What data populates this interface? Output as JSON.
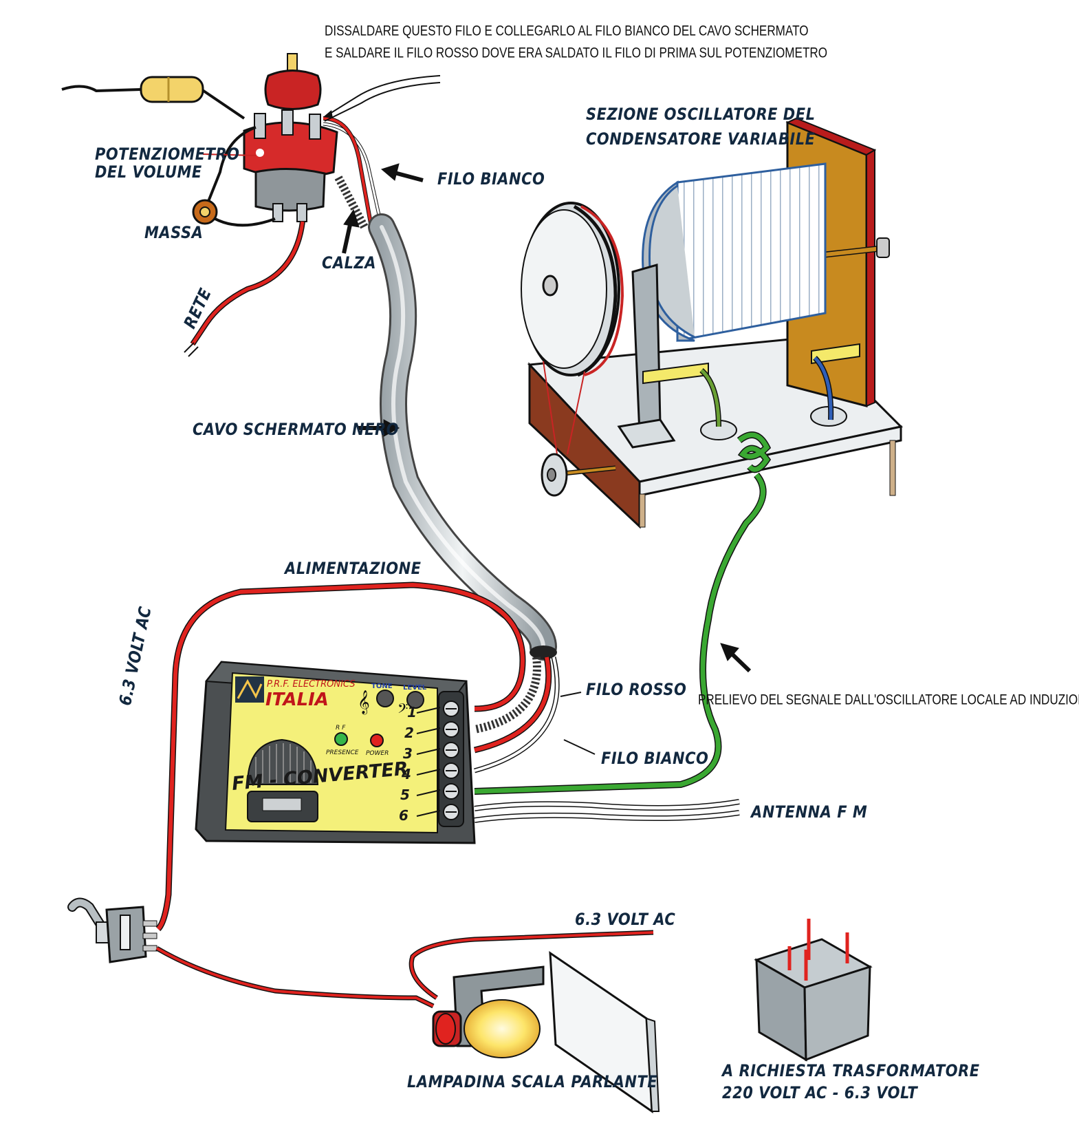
{
  "colors": {
    "wire_red": "#e0231f",
    "wire_green": "#3aa832",
    "wire_white": "#ffffff",
    "label_ink": "#12283f",
    "box_yellow": "#f4f07a",
    "box_gray": "#6b6f70",
    "frame_brown": "#8a3a1f",
    "board_white": "#eceff1",
    "plate_orange": "#c88a1f"
  },
  "labels": {
    "instruction_line1": "DISSALDARE  QUESTO FILO  E  COLLEGARLO   AL FILO BIANCO DEL CAVO SCHERMATO",
    "instruction_line2": "E SALDARE IL FILO ROSSO DOVE ERA SALDATO IL FILO DI PRIMA SUL POTENZIOMETRO",
    "potentiometer_line1": "POTENZIOMETRO",
    "potentiometer_line2": "DEL VOLUME",
    "massa": "MASSA",
    "calza": "CALZA",
    "rete": "RETE",
    "filo_bianco_top": "FILO BIANCO",
    "oscillator_line1": "SEZIONE  OSCILLATORE DEL",
    "oscillator_line2": "CONDENSATORE  VARIABILE",
    "cavo_schermato": "CAVO  SCHERMATO  NERO",
    "alimentazione": "ALIMENTAZIONE",
    "volt_ac_left": "6.3  VOLT AC",
    "filo_rosso": "FILO  ROSSO",
    "filo_bianco_bottom": "FILO  BIANCO",
    "prelievo": "PRELIEVO DEL SEGNALE DALL'OSCILLATORE LOCALE AD INDUZIONE",
    "antenna": "ANTENNA F M",
    "volt_ac_lamp": "6.3  VOLT AC",
    "lampadina": "LAMPADINA  SCALA  PARLANTE",
    "transformer_line1": "A  RICHIESTA TRASFORMATORE",
    "transformer_line2": "220 VOLT  AC  -  6.3  VOLT"
  },
  "converter": {
    "brand_line1": "P.R.F. ELECTRONICS",
    "brand_line2": "ITALIA",
    "tone": "TONE",
    "level": "LEVEL",
    "rf": "R F",
    "presence": "PRESENCE",
    "power": "POWER",
    "title": "FM - CONVERTER",
    "terminals": [
      "1",
      "2",
      "3",
      "4",
      "5",
      "6"
    ]
  }
}
